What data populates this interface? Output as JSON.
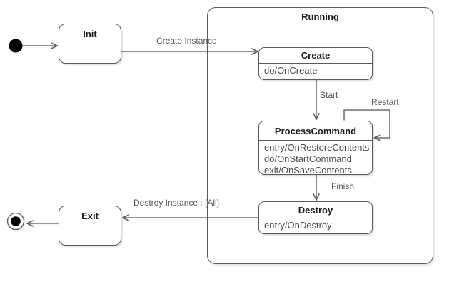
{
  "diagram": {
    "type": "uml-state-machine",
    "colors": {
      "background": "#ffffff",
      "state_fill": "#ffffff",
      "stroke": "#5a5a5a",
      "title_text": "#1a1a1a",
      "body_text": "#4c4c4c",
      "label_text": "#555555"
    },
    "states": {
      "init": {
        "title": "Init"
      },
      "running": {
        "title": "Running"
      },
      "create": {
        "title": "Create",
        "actions": [
          "do/OnCreate"
        ]
      },
      "process_command": {
        "title": "ProcessCommand",
        "actions": [
          "entry/OnRestoreContents",
          "do/OnStartCommand",
          "exit/OnSaveContents"
        ]
      },
      "destroy": {
        "title": "Destroy",
        "actions": [
          "entry/OnDestroy"
        ]
      },
      "exit": {
        "title": "Exit"
      }
    },
    "pseudostates": {
      "initial": "initial-state",
      "final": "final-state"
    },
    "transitions": {
      "initial_to_init": {
        "label": ""
      },
      "create_instance": {
        "label": "Create Instance"
      },
      "start": {
        "label": "Start"
      },
      "restart": {
        "label": "Restart"
      },
      "finish": {
        "label": "Finish"
      },
      "destroy_instance": {
        "label": "Destroy Instance : [All]"
      },
      "exit_to_final": {
        "label": ""
      }
    }
  }
}
